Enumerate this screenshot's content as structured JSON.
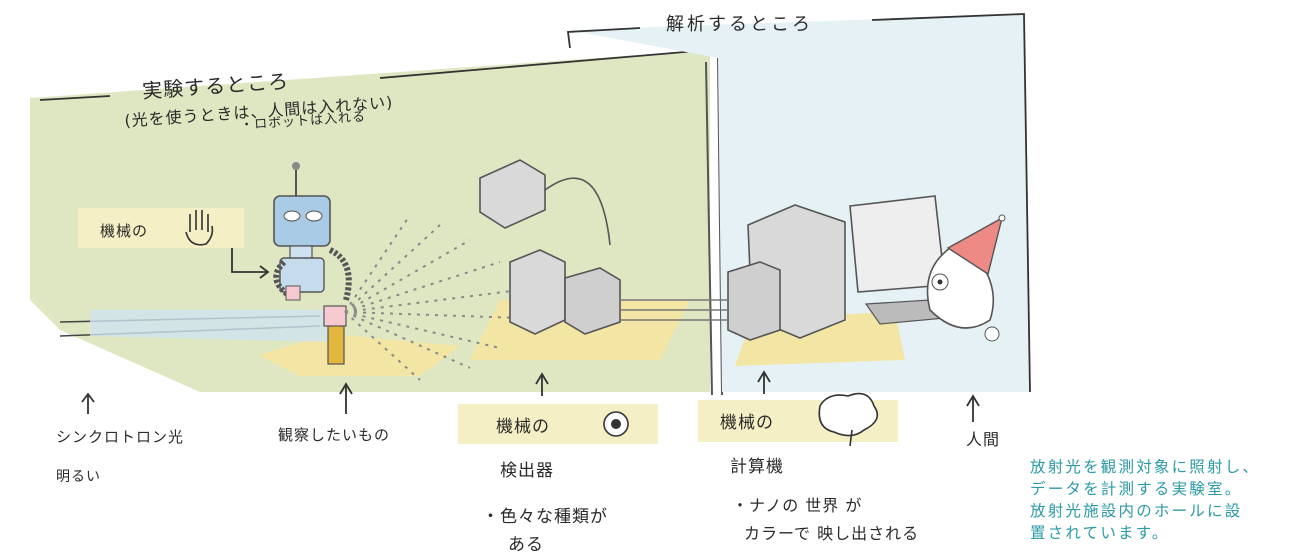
{
  "rooms": {
    "experiment_room": {
      "title": "実験するところ",
      "note_people": "(光を使うときは、人間は入れない)",
      "note_robot": "・ロボットは入れる"
    },
    "analysis_room": {
      "title": "解析するところ"
    }
  },
  "labels": {
    "machine_hand": "機械の",
    "synchrotron_light": "シンクロトロン光",
    "bright": "明るい",
    "target": "観察したいもの",
    "machine_eye": "機械の",
    "detector": "検出器",
    "detector_note_1": "・色々な種類が",
    "detector_note_2": "ある",
    "machine_brain": "機械の",
    "computer": "計算機",
    "computer_note_1": "・ナノの 世界 が",
    "computer_note_2": "カラーで 映し出される",
    "human": "人間"
  },
  "caption": {
    "line1": "放射光を観測対象に照射し、",
    "line2": "データを計測する実験室。",
    "line3": "放射光施設内のホールに設",
    "line4": "置されています。"
  },
  "colors": {
    "wall_green": "#dfe7c2",
    "wall_blue": "#e6f1f5",
    "floor_yellow": "#f3e6a4",
    "label_band": "#f4efc4",
    "caption_teal": "#2b9aa6",
    "hat_red": "#ee8a86"
  }
}
